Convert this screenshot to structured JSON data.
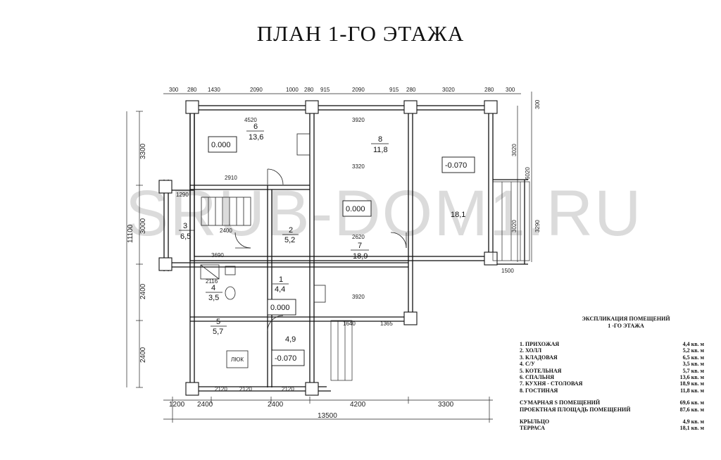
{
  "title": "ПЛАН 1-ГО ЭТАЖА",
  "watermark": "SRUB-DOM1.RU",
  "top_dimensions": [
    "300",
    "280",
    "1430",
    "2090",
    "1000",
    "280",
    "915",
    "2090",
    "915",
    "280",
    "3020",
    "280",
    "300"
  ],
  "inner_dimensions": [
    "4520",
    "3920",
    "2910",
    "3320",
    "2620",
    "3920",
    "1640",
    "1365",
    "2400",
    "3690",
    "1290",
    "1500",
    "2116",
    "2120",
    "2120",
    "2120"
  ],
  "bottom_dimensions": [
    "1200",
    "2400",
    "2400",
    "4200",
    "3300"
  ],
  "overall_width": "13500",
  "left_dimensions": [
    "3300",
    "3000",
    "2400",
    "2400",
    "11100"
  ],
  "right_dimensions": [
    "3020",
    "3020",
    "6020",
    "3290",
    "300"
  ],
  "rooms": [
    {
      "num": "6",
      "area": "13,6"
    },
    {
      "num": "8",
      "area": "11,8"
    },
    {
      "num": "3",
      "area": "6,5"
    },
    {
      "num": "2",
      "area": "5,2"
    },
    {
      "num": "7",
      "area": "18,9"
    },
    {
      "num": "4",
      "area": "3,5"
    },
    {
      "num": "1",
      "area": "4,4"
    },
    {
      "num": "5",
      "area": "5,7"
    }
  ],
  "level_marks": [
    "0.000",
    "-0.070",
    "0.000",
    "0.000",
    "-0.070"
  ],
  "extra_areas": [
    "18,1",
    "4,9"
  ],
  "hatch_label": "ЛЮК",
  "legend": {
    "title_1": "ЭКСПЛИКАЦИЯ ПОМЕЩЕНИЙ",
    "title_2": "1 -ГО ЭТАЖА",
    "items": [
      {
        "name": "1. ПРИХОЖАЯ",
        "area": "4,4 кв. м"
      },
      {
        "name": "2. ХОЛЛ",
        "area": "5,2 кв. м"
      },
      {
        "name": "3. КЛАДОВАЯ",
        "area": "6,5 кв. м"
      },
      {
        "name": "4. С/У",
        "area": "3,5 кв. м"
      },
      {
        "name": "5. КОТЕЛЬНАЯ",
        "area": "5,7 кв. м"
      },
      {
        "name": "6. СПАЛЬНЯ",
        "area": "13,6 кв. м"
      },
      {
        "name": "7. КУХНЯ - СТОЛОВАЯ",
        "area": "18,9 кв. м"
      },
      {
        "name": "8. ГОСТИНАЯ",
        "area": "11,8 кв. м"
      }
    ],
    "totals": [
      {
        "name": "СУМАРНАЯ S ПОМЕЩЕНИЙ",
        "area": "69,6 кв. м"
      },
      {
        "name": "ПРОЕКТНАЯ ПЛОЩАДЬ ПОМЕЩЕНИЙ",
        "area": "87,6 кв. м"
      }
    ],
    "extras": [
      {
        "name": "КРЫЛЬЦО",
        "area": "4,9 кв. м"
      },
      {
        "name": "ТЕРРАСА",
        "area": "18,1 кв. м"
      }
    ]
  }
}
